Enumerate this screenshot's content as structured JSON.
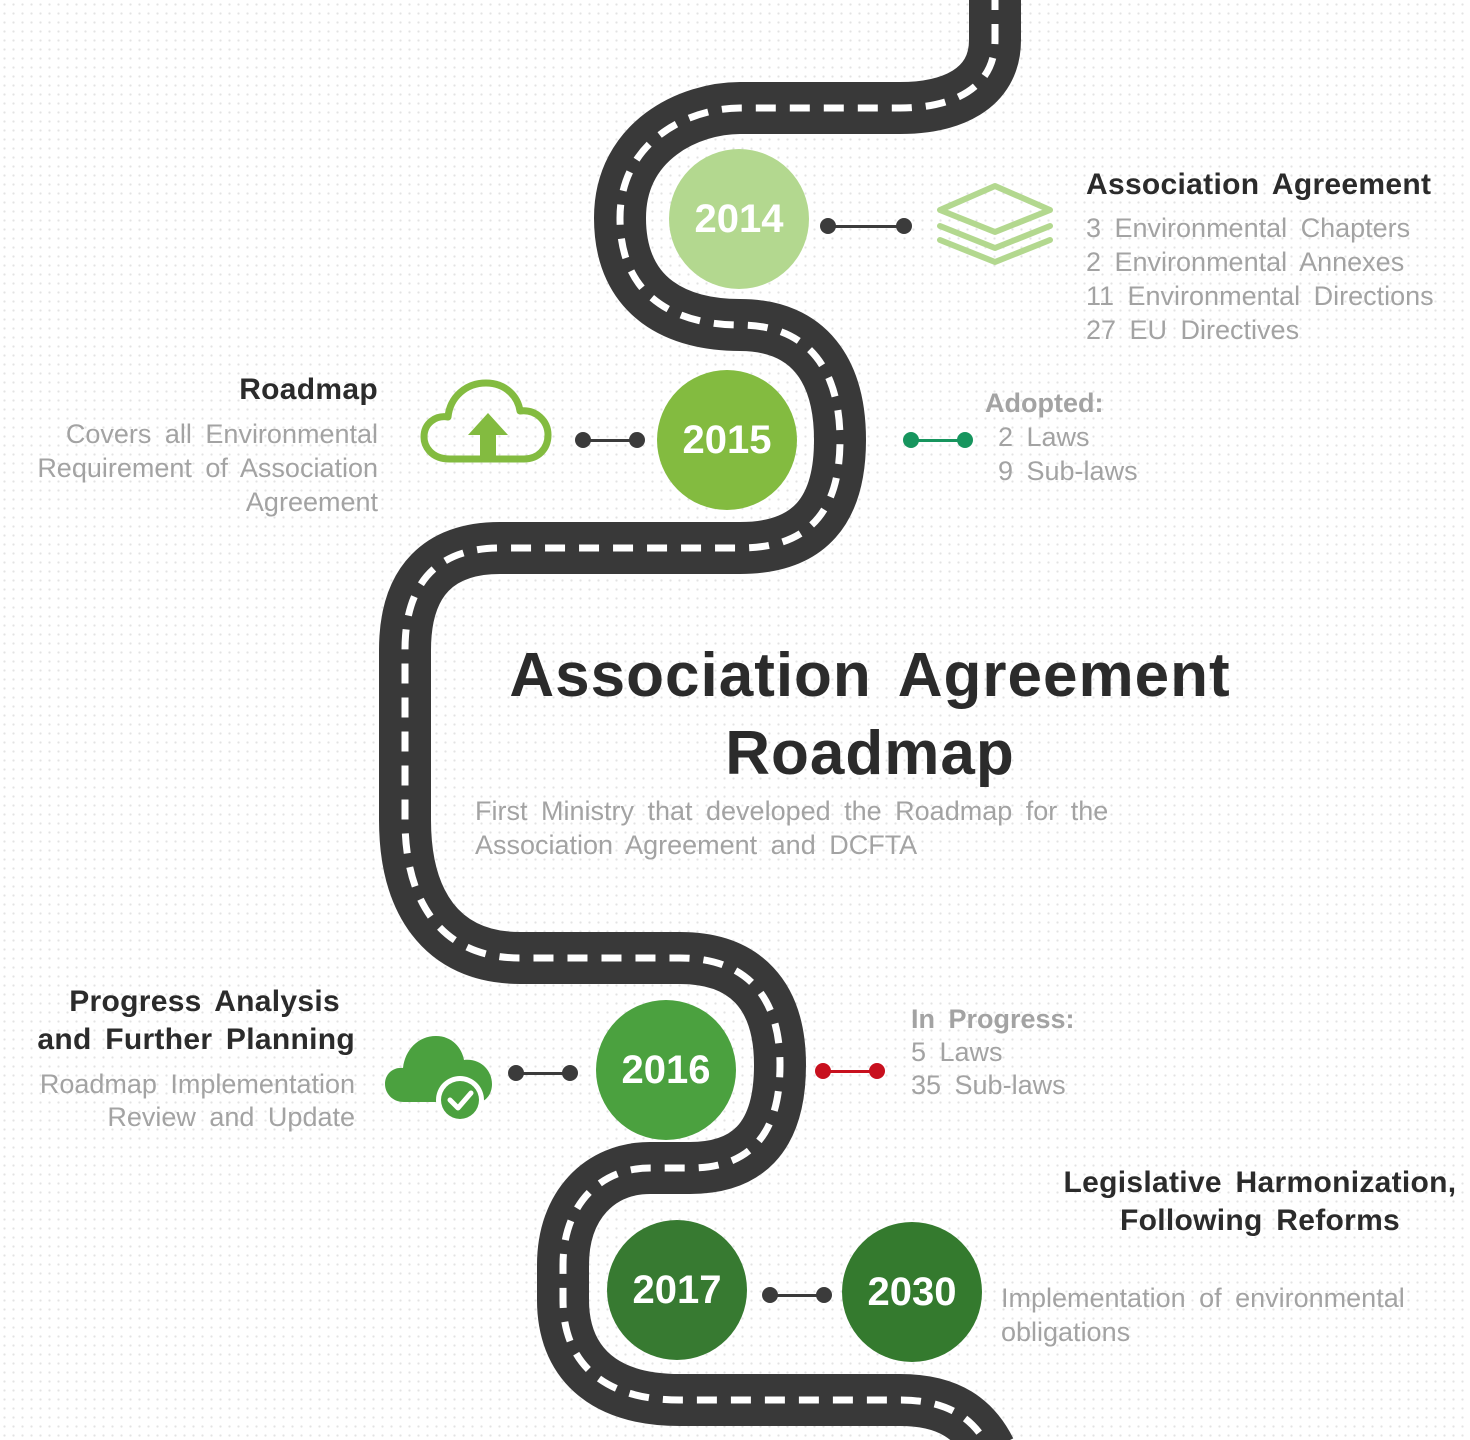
{
  "main": {
    "title_line1": "Association Agreement",
    "title_line2": "Roadmap",
    "subtitle_line1": "First Ministry that developed the Roadmap for the",
    "subtitle_line2": "Association Agreement and DCFTA"
  },
  "milestones": {
    "m2014": {
      "year": "2014",
      "title": "Association Agreement",
      "items": [
        "3 Environmental Chapters",
        "2 Environmental Annexes",
        "11 Environmental Directions",
        "27 EU Directives"
      ]
    },
    "m2015": {
      "year": "2015",
      "left_title": "Roadmap",
      "left_text": [
        "Covers all Environmental",
        "Requirement of Association",
        "Agreement"
      ],
      "status_label": "Adopted:",
      "status_items": [
        "2 Laws",
        "9 Sub-laws"
      ]
    },
    "m2016": {
      "year": "2016",
      "left_title_line1": "Progress Analysis",
      "left_title_line2": "and Further Planning",
      "left_text": [
        "Roadmap Implementation",
        "Review and Update"
      ],
      "status_label": "In Progress:",
      "status_items": [
        "5 Laws",
        "35 Sub-laws"
      ]
    },
    "m2017": {
      "year": "2017"
    },
    "m2030": {
      "year": "2030",
      "title_line1": "Legislative Harmonization,",
      "title_line2": "Following Reforms",
      "text": [
        "Implementation of environmental",
        "obligations"
      ]
    }
  },
  "icons": {
    "m2014": "layers-icon",
    "m2015": "cloud-upload-icon",
    "m2016": "cloud-check-icon"
  },
  "colors": {
    "road": "#393939",
    "road_marking": "#ffffff",
    "y2014": "#b3d88f",
    "y2015": "#83bb40",
    "y2016": "#4ba13f",
    "y2017": "#377a31",
    "y2030": "#347a2e",
    "connector_dark": "#3b3b3b",
    "connector_adopted": "#17955e",
    "connector_progress": "#c8101e",
    "title_text": "#2b2b2b",
    "body_text": "#a3a3a3"
  }
}
